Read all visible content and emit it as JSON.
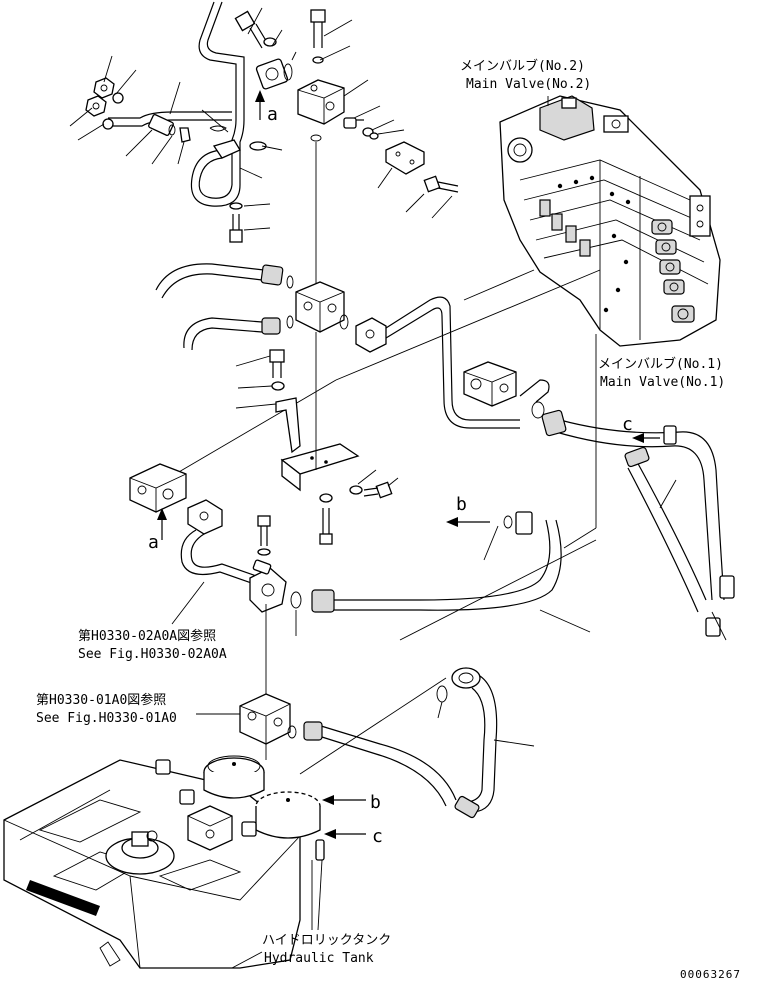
{
  "callouts": {
    "main_valve_2_jp": "メインバルブ(No.2)",
    "main_valve_2_en": "Main Valve(No.2)",
    "main_valve_1_jp": "メインバルブ(No.1)",
    "main_valve_1_en": "Main Valve(No.1)",
    "fig_02a0a_jp": "第H0330-02A0A図参照",
    "fig_02a0a_en": "See Fig.H0330-02A0A",
    "fig_01a0_jp": "第H0330-01A0図参照",
    "fig_01a0_en": "See Fig.H0330-01A0",
    "hydraulic_tank_jp": "ハイドロリックタンク",
    "hydraulic_tank_en": "Hydraulic Tank"
  },
  "arrow_letters": {
    "a_top": "a",
    "a_left": "a",
    "b_mid": "b",
    "b_bottom": "b",
    "c_right": "c",
    "c_bottom": "c"
  },
  "drawing_number": "00063267"
}
